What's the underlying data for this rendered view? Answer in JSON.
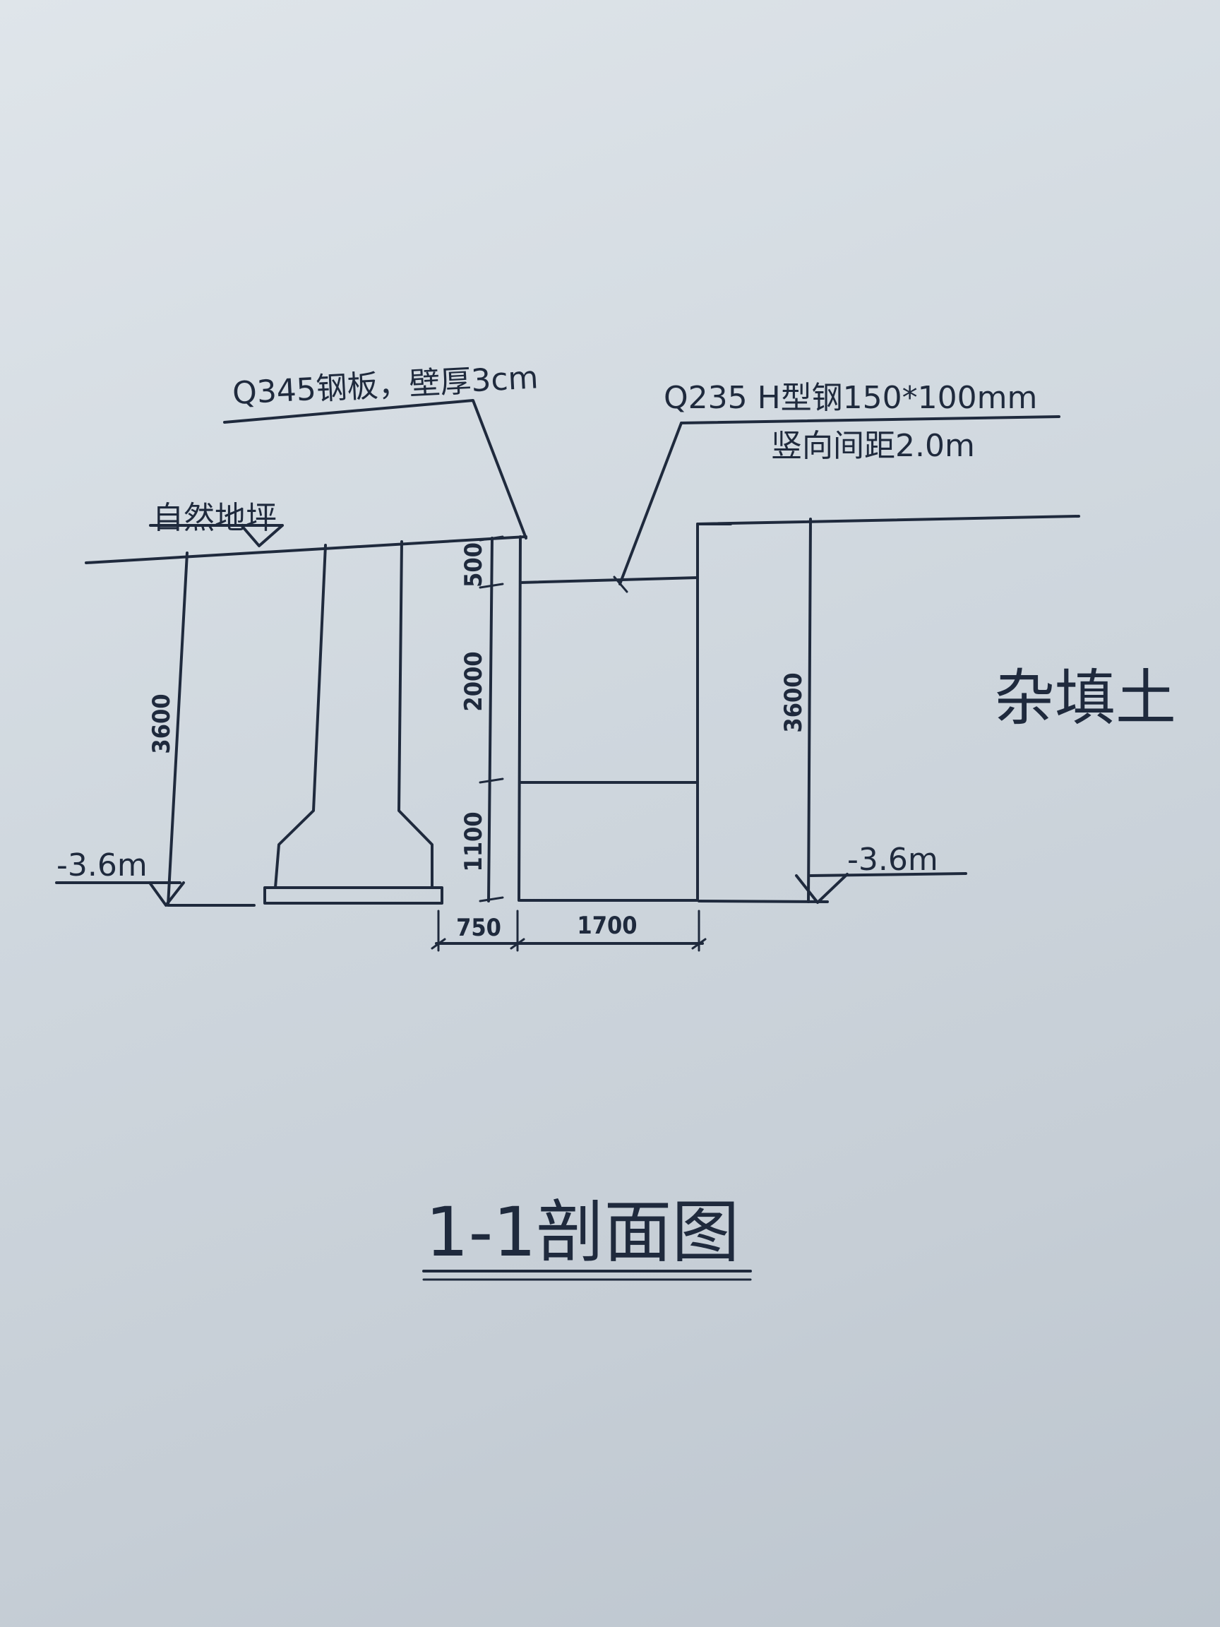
{
  "labels": {
    "steel_plate": "Q345钢板，壁厚3cm",
    "h_steel_line1": "Q235  H型钢150*100mm",
    "h_steel_line2": "竖向间距2.0m",
    "ground": "自然地坪",
    "soil": "杂填土",
    "elev_left": "-3.6m",
    "elev_right": "-3.6m",
    "title": "1-1剖面图"
  },
  "dimensions": {
    "left_depth": "3600",
    "right_depth": "3600",
    "seg_top": "500",
    "seg_mid": "2000",
    "seg_bottom": "1100",
    "width_plate": "750",
    "width_trench": "1700"
  }
}
